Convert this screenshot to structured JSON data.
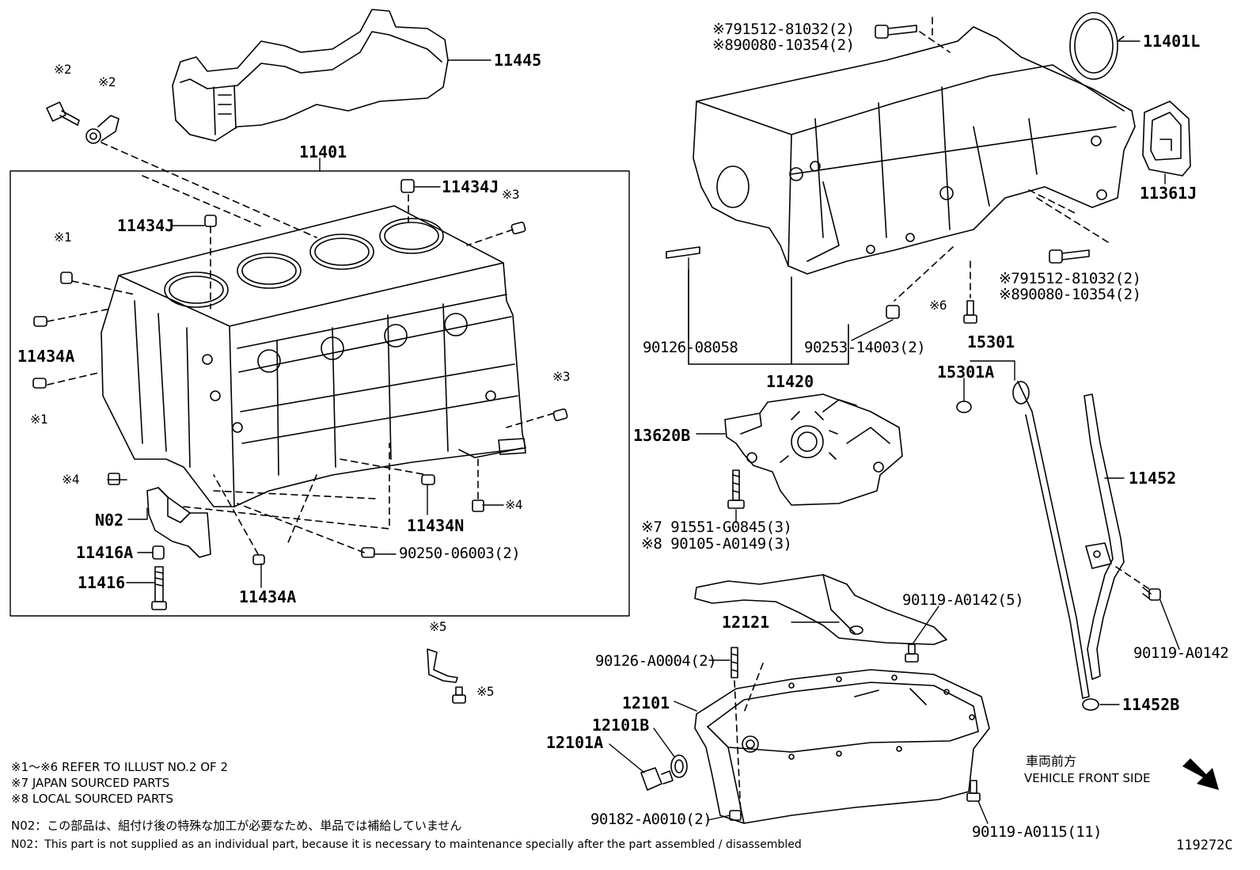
{
  "diagram_code": "119272C",
  "direction": {
    "jp": "車両前方",
    "en": "VEHICLE FRONT SIDE",
    "icon": "arrow-down-right-icon"
  },
  "notes": {
    "refer": "※1～※6 REFER TO ILLUST NO.2 OF 2",
    "japan": "※7 JAPAN SOURCED PARTS",
    "local": "※8 LOCAL SOURCED PARTS",
    "n02_jp": "N02：この部品は、組付け後の特殊な加工が必要なため、単品では補給していません",
    "n02_en": "N02：This part is not supplied as an individual part, because it is necessary to maintenance specially after the part assembled / disassembled"
  },
  "labels": {
    "p11445": "11445",
    "p11401": "11401",
    "p11434J_a": "11434J",
    "p11434J_b": "11434J",
    "p11434A_a": "11434A",
    "p11434A_b": "11434A",
    "p11434N": "11434N",
    "pN02": "N02",
    "p11416A": "11416A",
    "p11416": "11416",
    "p90250": "90250-06003(2)",
    "ref1a": "※1",
    "ref1b": "※1",
    "ref2a": "※2",
    "ref2b": "※2",
    "ref3a": "※3",
    "ref3b": "※3",
    "ref4a": "※4",
    "ref4b": "※4",
    "ref5a": "※5",
    "ref5b": "※5",
    "ref6": "※6",
    "top_bolt_1": "※791512-81032(2)",
    "top_bolt_2": "※890080-10354(2)",
    "p11401L": "11401L",
    "p11361J": "11361J",
    "side_bolt_1": "※791512-81032(2)",
    "side_bolt_2": "※890080-10354(2)",
    "p90126_08058": "90126-08058",
    "p90253": "90253-14003(2)",
    "p11420": "11420",
    "p15301": "15301",
    "p15301A": "15301A",
    "p13620B": "13620B",
    "pump_bolt_1": "※7 91551-G0845(3)",
    "pump_bolt_2": "※8 90105-A0149(3)",
    "p11452": "11452",
    "p12121": "12121",
    "p90119_5": "90119-A0142(5)",
    "p90119": "90119-A0142",
    "p90126_A0004": "90126-A0004(2)",
    "p12101": "12101",
    "p12101B": "12101B",
    "p12101A": "12101A",
    "p11452B": "11452B",
    "p90182": "90182-A0010(2)",
    "p90119_11": "90119-A0115(11)"
  }
}
